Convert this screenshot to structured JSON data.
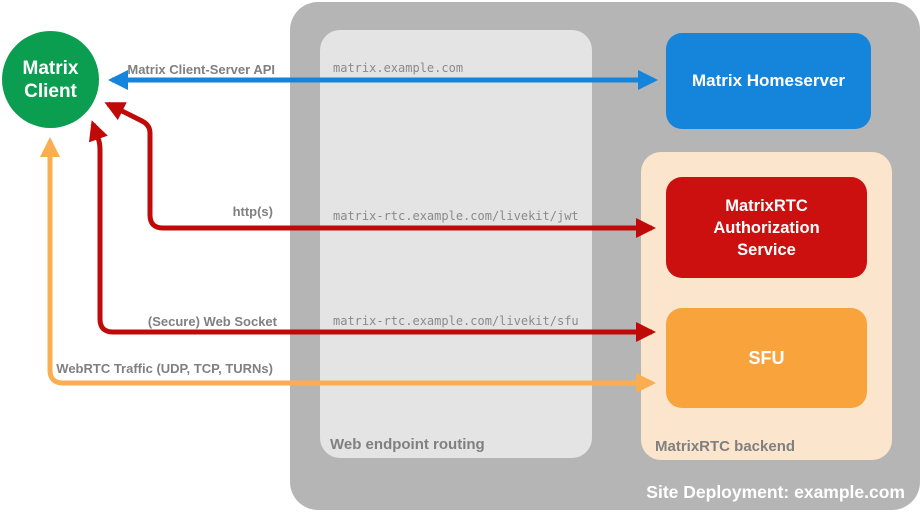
{
  "colors": {
    "gray-outer": "#b5b5b5",
    "gray-inner": "#e4e4e4",
    "peach": "#fce5cd",
    "blue": "#1584db",
    "green": "#0b9e50",
    "red": "#cc0f0f",
    "red-arrow": "#c00a0a",
    "orange": "#f9a33c",
    "orange-arrow": "#fbad52",
    "label-gray": "#808080",
    "mono-gray": "#8a8a8a"
  },
  "diagram": {
    "nodes": {
      "client": {
        "label": "Matrix Client"
      },
      "homeserver": {
        "label": "Matrix Homeserver"
      },
      "auth_service": {
        "label": "MatrixRTC Authorization Service"
      },
      "sfu": {
        "label": "SFU"
      }
    },
    "groups": {
      "site_deployment": {
        "label": "Site Deployment: example.com"
      },
      "web_endpoint_routing": {
        "label": "Web endpoint routing"
      },
      "matrixrtc_backend": {
        "label": "MatrixRTC backend"
      }
    },
    "edges": {
      "client_server": {
        "label": "Matrix Client-Server API",
        "route": "matrix.example.com",
        "from": "Matrix Client",
        "to": "Matrix Homeserver",
        "color": "blue",
        "bidirectional": true
      },
      "http": {
        "label": "http(s)",
        "route": "matrix-rtc.example.com/livekit/jwt",
        "from": "Matrix Client",
        "to": "MatrixRTC Authorization Service",
        "color": "red",
        "bidirectional": true
      },
      "websocket": {
        "label": "(Secure) Web Socket",
        "route": "matrix-rtc.example.com/livekit/sfu",
        "from": "Matrix Client",
        "to": "SFU",
        "color": "red",
        "bidirectional": true
      },
      "webrtc": {
        "label": "WebRTC Traffic (UDP, TCP, TURNs)",
        "route": "",
        "from": "Matrix Client",
        "to": "SFU",
        "color": "orange",
        "bidirectional": true
      }
    }
  }
}
